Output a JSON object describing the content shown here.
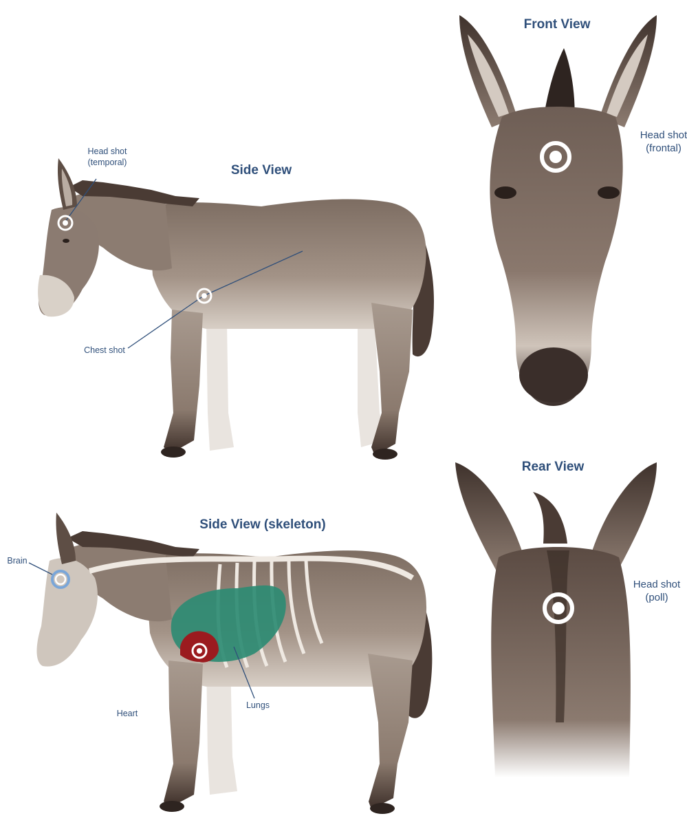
{
  "titles": {
    "side_view": "Side View",
    "front_view": "Front View",
    "rear_view": "Rear View",
    "skeleton_view": "Side View (skeleton)"
  },
  "labels": {
    "head_shot_temporal_l1": "Head shot",
    "head_shot_temporal_l2": "(temporal)",
    "chest_shot": "Chest shot",
    "head_shot_frontal_l1": "Head shot",
    "head_shot_frontal_l2": "(frontal)",
    "head_shot_poll_l1": "Head shot",
    "head_shot_poll_l2": "(poll)",
    "brain": "Brain",
    "heart": "Heart",
    "lungs": "Lungs"
  },
  "colors": {
    "label_text": "#2f4f7a",
    "leader_line": "#2f4f7a",
    "donkey_body": "#8f7f73",
    "donkey_dark": "#4a3b34",
    "donkey_light": "#d9d1c8",
    "lungs": "#2e8b73",
    "heart": "#9b1b1f",
    "brain": "#7aa6d8",
    "target_ring": "#ffffff"
  }
}
